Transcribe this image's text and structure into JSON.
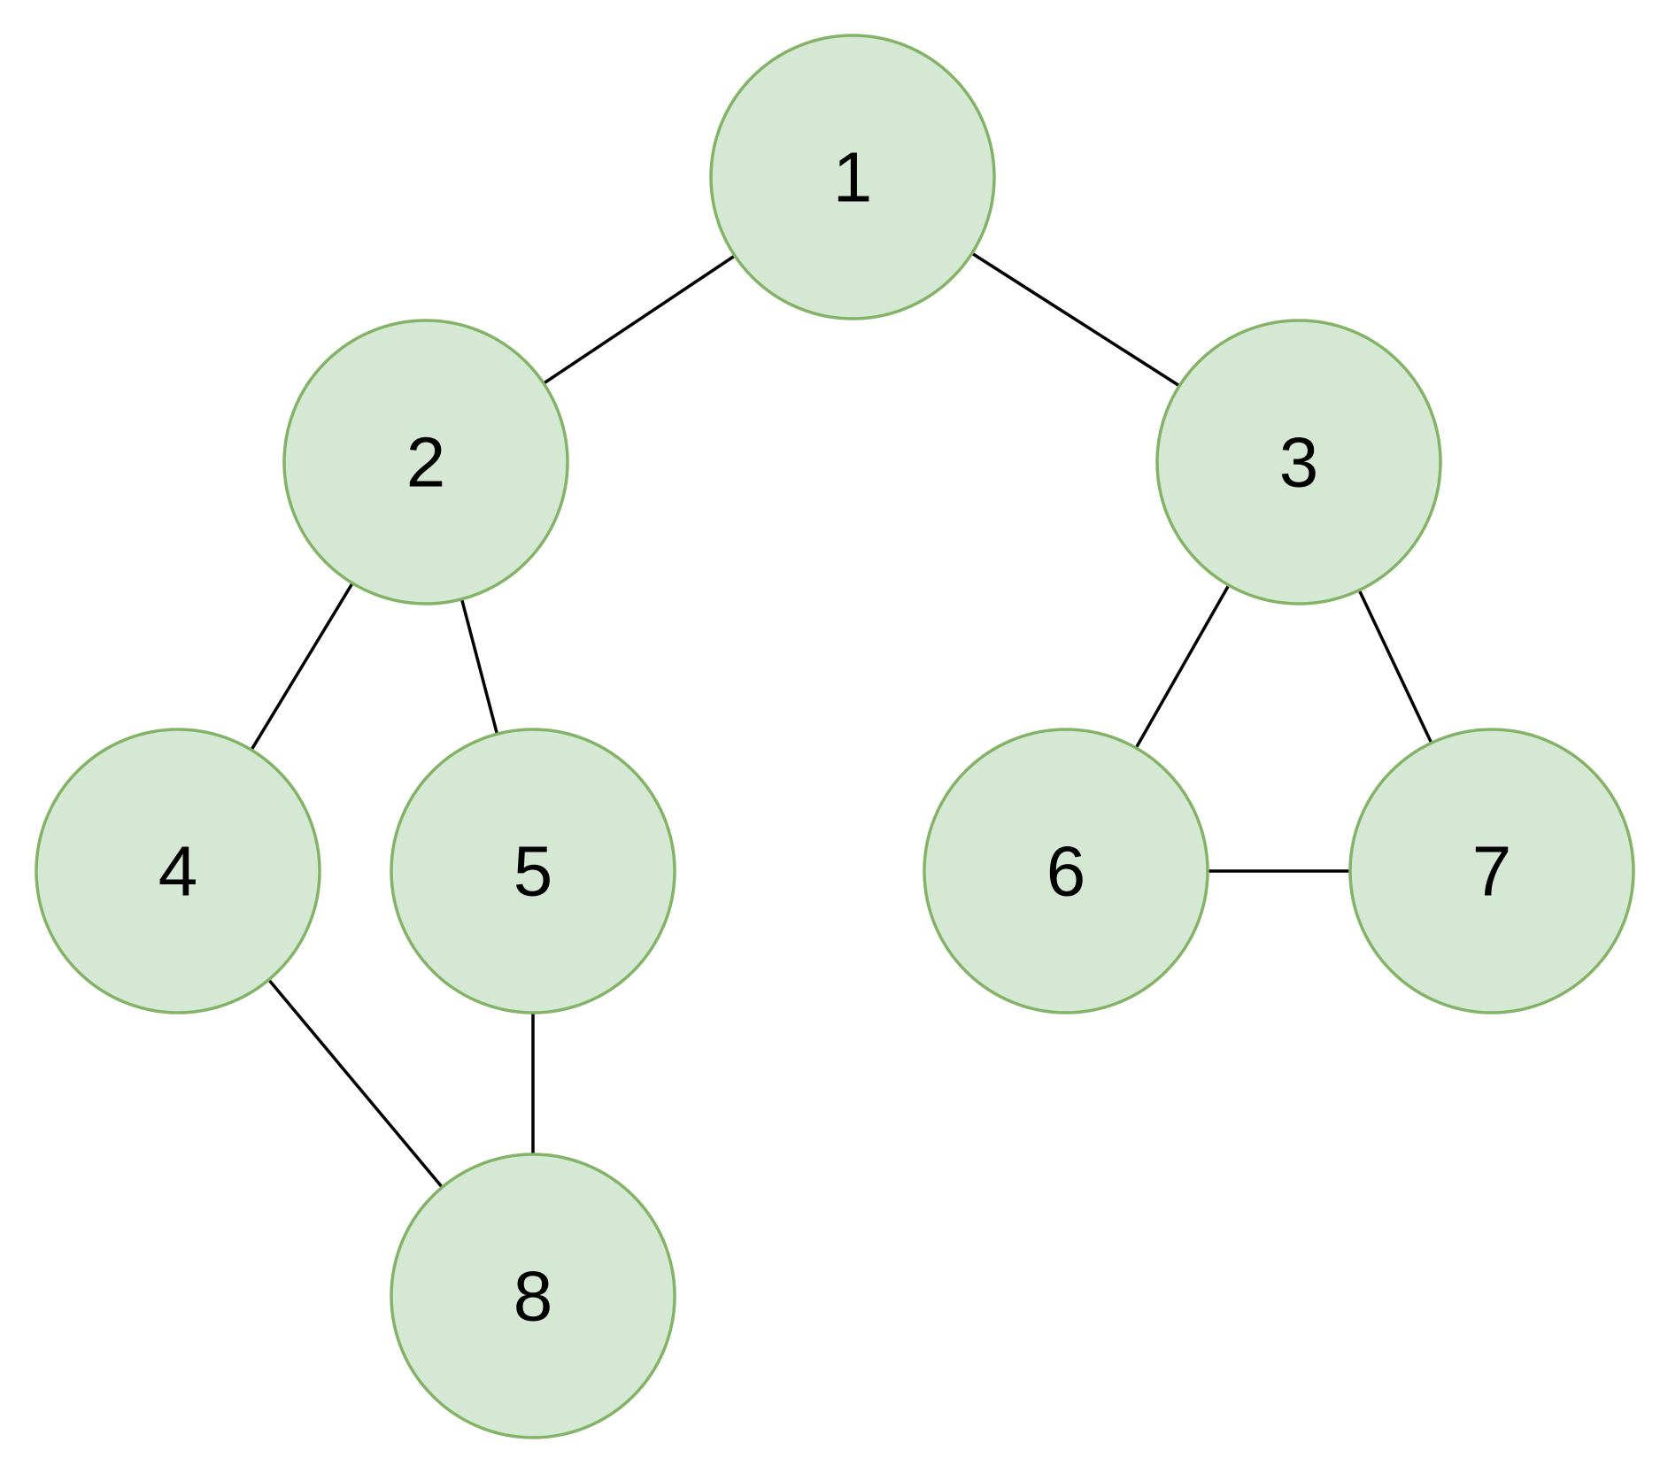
{
  "colors": {
    "node_fill": "#d5e8d4",
    "node_stroke": "#82b366",
    "edge": "#000000",
    "label": "#000000"
  },
  "nodes": [
    {
      "id": "1",
      "label": "1"
    },
    {
      "id": "2",
      "label": "2"
    },
    {
      "id": "3",
      "label": "3"
    },
    {
      "id": "4",
      "label": "4"
    },
    {
      "id": "5",
      "label": "5"
    },
    {
      "id": "6",
      "label": "6"
    },
    {
      "id": "7",
      "label": "7"
    },
    {
      "id": "8",
      "label": "8"
    }
  ],
  "edges": [
    {
      "from": "1",
      "to": "2"
    },
    {
      "from": "1",
      "to": "3"
    },
    {
      "from": "2",
      "to": "4"
    },
    {
      "from": "2",
      "to": "5"
    },
    {
      "from": "3",
      "to": "6"
    },
    {
      "from": "3",
      "to": "7"
    },
    {
      "from": "6",
      "to": "7"
    },
    {
      "from": "4",
      "to": "8"
    },
    {
      "from": "5",
      "to": "8"
    }
  ]
}
